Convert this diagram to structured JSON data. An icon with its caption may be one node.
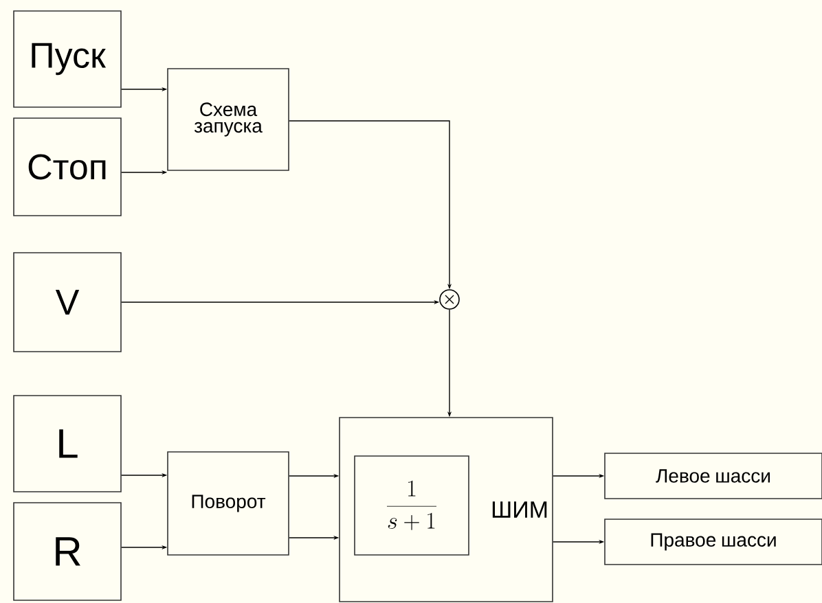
{
  "diagram": {
    "nodes": [
      {
        "text": [
          "Пуск"
        ]
      },
      {
        "text": [
          "Стоп"
        ]
      },
      {
        "text": [
          "Схема запуска"
        ]
      },
      {
        "text": [
          "V"
        ]
      },
      {
        "text": [],
        "shape": "circle"
      },
      {
        "text": [
          "L"
        ]
      },
      {
        "text": [
          "R"
        ]
      },
      {
        "text": [
          "Поворот"
        ]
      },
      {
        "text": [
          "ШИМ"
        ]
      },
      {
        "text": [
          "\\frac{1}{s+1}"
        ],
        "in": 8
      },
      {
        "text": [
          "Левое шасси"
        ]
      },
      {
        "text": [
          "Правое шасси"
        ]
      }
    ],
    "edges": [
      {
        "from": 0,
        "to": 2,
        "arrow": "to"
      },
      {
        "from": 1,
        "to": 2,
        "arrow": "to"
      },
      {
        "from": 2,
        "to": 4,
        "arrow": "to"
      },
      {
        "from": 3,
        "to": 4,
        "arrow": "to"
      },
      {
        "from": 4,
        "to": 8,
        "arrow": "to"
      },
      {
        "from": 5,
        "to": 7,
        "arrow": "to"
      },
      {
        "from": 6,
        "to": 7,
        "arrow": "to"
      },
      {
        "from": 7,
        "to": 8,
        "arrow": "to"
      },
      {
        "from": 7,
        "to": 8,
        "arrow": "to"
      },
      {
        "from": 8,
        "to": 10,
        "arrow": "to"
      },
      {
        "from": 8,
        "to": 11,
        "arrow": "to"
      }
    ]
  }
}
